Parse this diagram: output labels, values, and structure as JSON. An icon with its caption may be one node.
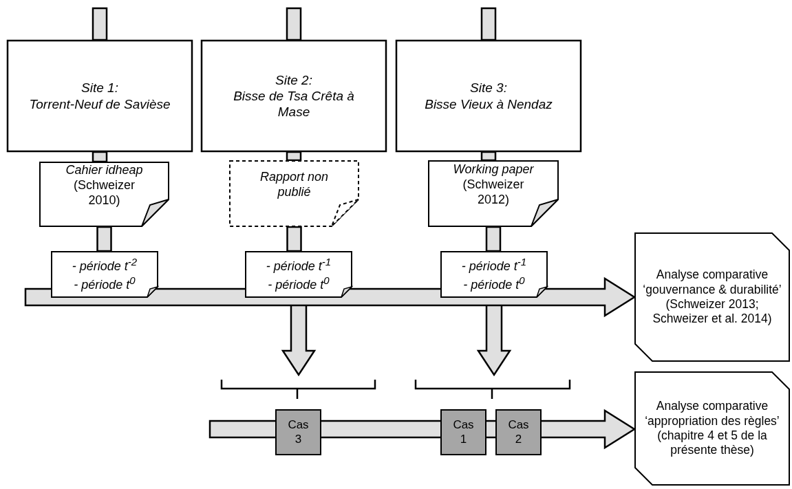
{
  "diagram": {
    "nodes": [
      {
        "text": [
          "Site 1:",
          "Torrent-Neuf de Savièse"
        ]
      },
      {
        "text": [
          "Site 2:",
          "Bisse de Tsa Crêta à Mase"
        ]
      },
      {
        "text": [
          "Site 3:",
          "Bisse Vieux à Nendaz"
        ]
      },
      {
        "text": [
          "Cahier idheap",
          "(Schweizer 2010)"
        ]
      },
      {
        "text": [
          "Rapport non publié"
        ]
      },
      {
        "text": [
          "Working paper",
          "(Schweizer 2012)"
        ]
      },
      {
        "text": [
          "- période t$^{-2}$",
          "- période t$^{0}$"
        ]
      },
      {
        "text": [
          "- période t$^{-1}$",
          "- période t$^{0}$"
        ]
      },
      {
        "text": [
          "- période t$^{-1}$",
          "- période t$^{0}$"
        ]
      },
      {
        "text": [
          "Analyse comparative ‘gouvernance & durabilité’",
          "(Schweizer 2013; Schweizer et al. 2014)"
        ]
      },
      {
        "text": [
          "Cas 3"
        ]
      },
      {
        "text": [
          "Cas 1"
        ]
      },
      {
        "text": [
          "Cas 2"
        ]
      },
      {
        "text": [
          "Analyse comparative ‘appropriation des règles’",
          "(chapitre 4 et 5 de la présente thèse)"
        ]
      }
    ],
    "edges": [
      {
        "from": null,
        "to": 0,
        "arrow": "none"
      },
      {
        "from": 0,
        "to": 3,
        "arrow": "none"
      },
      {
        "from": 3,
        "to": 6,
        "arrow": "none"
      },
      {
        "from": null,
        "to": 1,
        "arrow": "none"
      },
      {
        "from": 1,
        "to": 4,
        "arrow": "none"
      },
      {
        "from": 4,
        "to": 7,
        "arrow": "none"
      },
      {
        "from": null,
        "to": 2,
        "arrow": "none"
      },
      {
        "from": 2,
        "to": 5,
        "arrow": "none"
      },
      {
        "from": 5,
        "to": 8,
        "arrow": "none"
      },
      {
        "from": null,
        "to": 9,
        "arrow": "to"
      },
      {
        "from": 7,
        "to": null,
        "arrow": "to"
      },
      {
        "from": 8,
        "to": null,
        "arrow": "to"
      },
      {
        "from": null,
        "to": 13,
        "arrow": "to"
      }
    ]
  }
}
